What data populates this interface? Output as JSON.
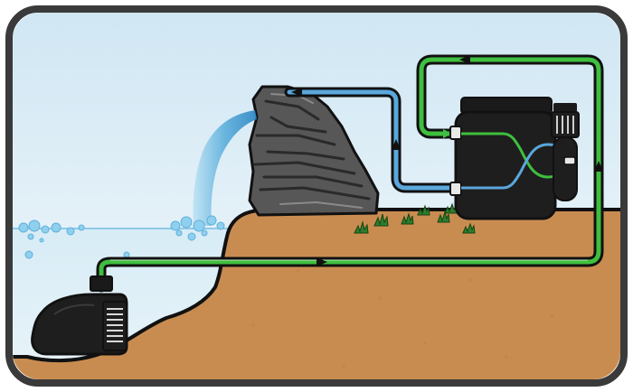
{
  "diagram": {
    "kind": "pond water-flow schematic",
    "labels": [],
    "colors": {
      "frame": "#3a3a3a",
      "sky_top": "#d4e9f4",
      "sky_bottom": "#f3f9fc",
      "pond_water": "#c9e3f1",
      "ground": "#c98c50",
      "ground_dark": "#a86f3a",
      "rock": "#5c5c5c",
      "rock_dark": "#2f2f2f",
      "pipe_outline": "#111111",
      "supply_line": "#3fbf3f",
      "return_line": "#5aa7dc",
      "waterfall": "#6db7de",
      "bubble": "#8fd0ee",
      "grass": "#2e7d2e",
      "equipment": "#1a1a1a"
    },
    "flow_lines": [
      {
        "name": "pump-to-filter",
        "color_key": "supply_line"
      },
      {
        "name": "filter-to-waterfall",
        "color_key": "return_line"
      }
    ],
    "components": [
      {
        "name": "submersible-pump",
        "icon": "pump"
      },
      {
        "name": "pressure-filter",
        "icon": "filter-canister"
      },
      {
        "name": "uv-clarifier",
        "icon": "uv-unit"
      },
      {
        "name": "waterfall-rock",
        "icon": "rock"
      }
    ]
  }
}
